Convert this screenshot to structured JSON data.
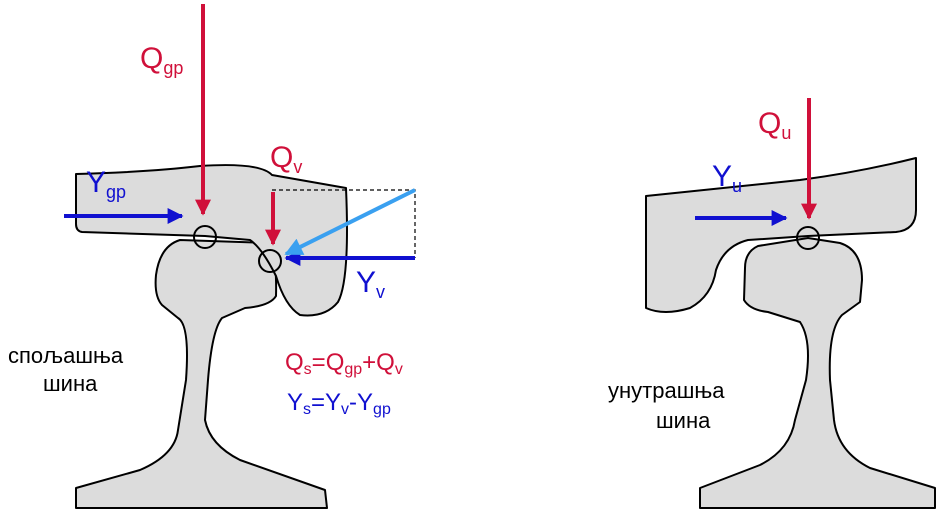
{
  "colors": {
    "vertical_force": "#d0103a",
    "lateral_force": "#1010d0",
    "resultant_force": "#3aa0f0",
    "steel": "#dcdcdc",
    "outline": "#000000"
  },
  "labels": {
    "q_gp": {
      "main": "Q",
      "sub": "gp"
    },
    "q_v": {
      "main": "Q",
      "sub": "v"
    },
    "y_gp": {
      "main": "Y",
      "sub": "gp"
    },
    "y_v": {
      "main": "Y",
      "sub": "v"
    },
    "q_u": {
      "main": "Q",
      "sub": "u"
    },
    "y_u": {
      "main": "Y",
      "sub": "u"
    }
  },
  "equations": {
    "q_s": {
      "lhs_main": "Q",
      "lhs_sub": "s",
      "rhs": "=Q",
      "rhs_sub1": "gp",
      "plus": "+Q",
      "rhs_sub2": "v"
    },
    "y_s": {
      "lhs_main": "Y",
      "lhs_sub": "s",
      "rhs": "=Y",
      "rhs_sub1": "v",
      "minus": "-Y",
      "rhs_sub2": "gp"
    }
  },
  "captions": {
    "outer_rail_line1": "спољашња",
    "outer_rail_line2": "шина",
    "inner_rail_line1": "унутрашња",
    "inner_rail_line2": "шина"
  }
}
